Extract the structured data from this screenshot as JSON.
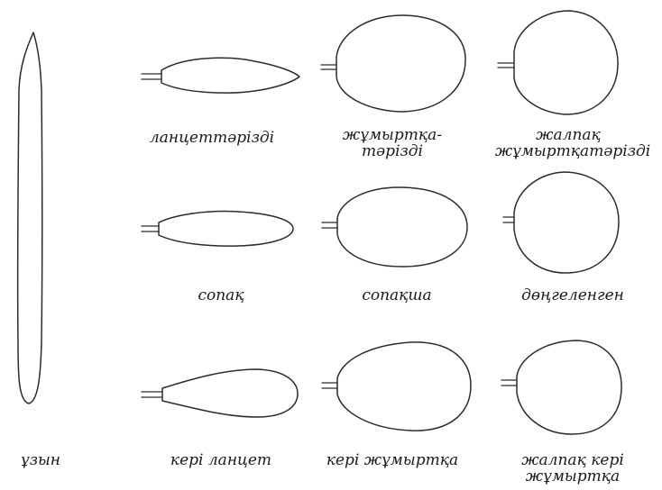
{
  "figure": {
    "line_color": "#2b2b2b",
    "background": "#ffffff"
  },
  "leaves": [
    {
      "id": "uzyn",
      "label": "ұзын"
    },
    {
      "id": "lancet",
      "label": "ланцеттәрізді"
    },
    {
      "id": "zhumyrtka",
      "label_line1": "жұмыртқа-",
      "label_line2": "тәрізді"
    },
    {
      "id": "zhalpak-zhumyrtka",
      "label_line1": "жалпақ",
      "label_line2": "жұмыртқатәрізді"
    },
    {
      "id": "sopak",
      "label": "сопақ"
    },
    {
      "id": "sopaksha",
      "label": "сопақша"
    },
    {
      "id": "dongelengen",
      "label": "дөңгеленген"
    },
    {
      "id": "keri-lancet",
      "label": "кері ланцет"
    },
    {
      "id": "keri-zhumyrtka",
      "label": "кері жұмыртқа"
    },
    {
      "id": "zhalpak-keri-zhumyrtka",
      "label_line1": "жалпақ кері",
      "label_line2": "жұмыртқа"
    }
  ]
}
